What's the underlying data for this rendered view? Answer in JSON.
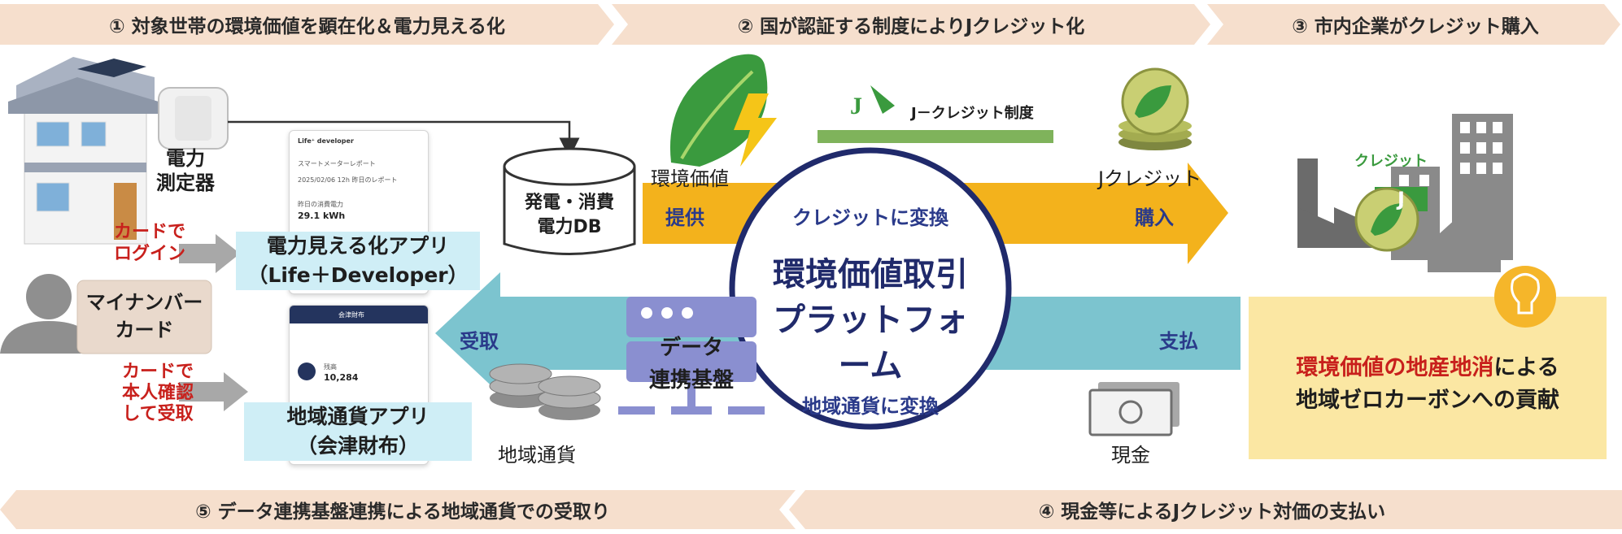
{
  "banners": {
    "step1": "① 対象世帯の環境価値を顕在化＆電力見える化",
    "step2": "② 国が認証する制度によりJクレジット化",
    "step3": "③ 市内企業がクレジット購入",
    "step4": "④ 現金等によるJクレジット対価の支払い",
    "step5": "⑤ データ連携基盤連携による地域通貨での受取り"
  },
  "left": {
    "meter_label": "電力\n測定器",
    "card_login": "カードで\nログイン",
    "my_number_card": "マイナンバー\nカード",
    "card_identity": "カードで\n本人確認\nして受取",
    "power_app_label": "電力見える化アプリ\n（Life＋Developer）",
    "currency_app_label": "地域通貨アプリ\n（会津財布）",
    "power_app_screen": {
      "header": "Life⁺ developer",
      "row1": "スマートメーターレポート",
      "row2": "2025/02/06 12h 昨日のレポート",
      "metric_label": "昨日の消費電力",
      "metric_value": "29.1 kWh"
    },
    "currency_app_screen": {
      "header": "会津財布",
      "row1": "残高",
      "balance": "10,284"
    }
  },
  "center": {
    "db_label": "発電・消費\n電力DB",
    "env_value": "環境価値",
    "provide": "提供",
    "jcredit_scheme": "J－クレジット制度",
    "jcredit": "Jクレジット",
    "purchase": "購入",
    "convert_credit": "クレジットに変換",
    "platform": "環境価値取引\nプラットフォーム",
    "convert_currency": "地域通貨に変換",
    "receive": "受取",
    "data_platform": "データ\n連携基盤",
    "local_currency": "地域通貨",
    "payment": "支払",
    "cash": "現金"
  },
  "right": {
    "j_badge": "J",
    "credit_badge": "クレジット",
    "contribution_highlight": "環境価値の地産地消",
    "contribution_rest": "による",
    "contribution_line2": "地域ゼロカーボンへの貢献"
  },
  "colors": {
    "banner": "#f6dfcd",
    "yellow_arrow": "#f3b21c",
    "teal_arrow": "#7cc4cf",
    "platform_ring": "#202a6b",
    "navy_text": "#2a3a8a",
    "red_text": "#c8201c",
    "app_label_bg": "#cfeef6",
    "contribution_bg": "#fbe7a3"
  }
}
